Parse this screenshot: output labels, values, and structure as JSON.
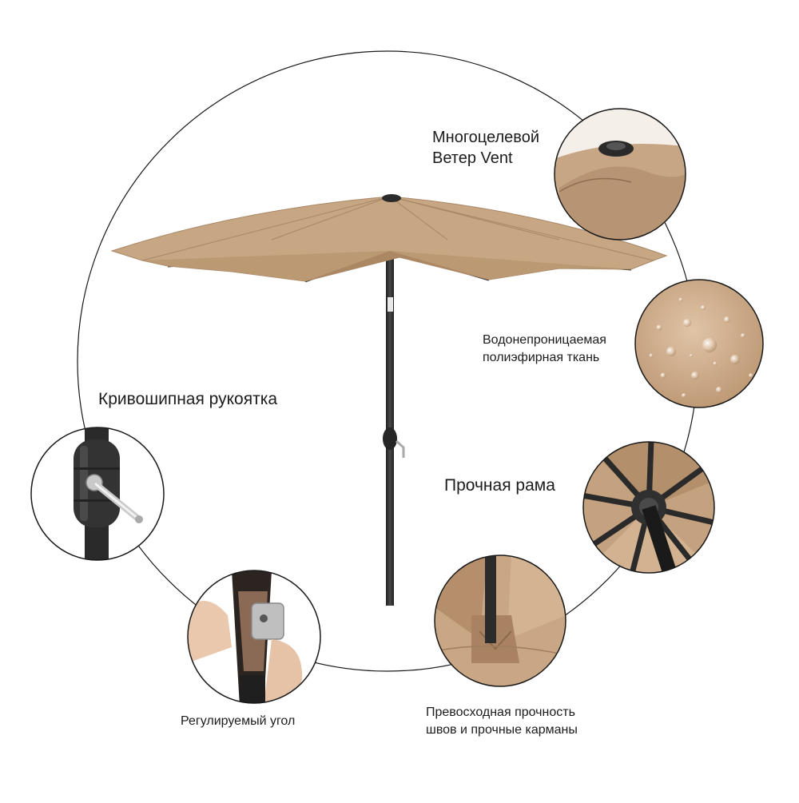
{
  "features": {
    "vent": {
      "label": "Многоцелевой\nВетер Vent"
    },
    "fabric": {
      "label": "Водонепроницаемая\nполиэфирная ткань"
    },
    "crank": {
      "label": "Кривошипная рукоятка"
    },
    "frame": {
      "label": "Прочная рама"
    },
    "tilt": {
      "label": "Регулируемый угол"
    },
    "seams": {
      "label": "Превосходная прочность\nшвов и прочные карманы"
    }
  },
  "colors": {
    "canopy": "#c7a685",
    "canopy_shade": "#a98766",
    "pole": "#2b2b2b",
    "outline": "#1a1a1a"
  }
}
